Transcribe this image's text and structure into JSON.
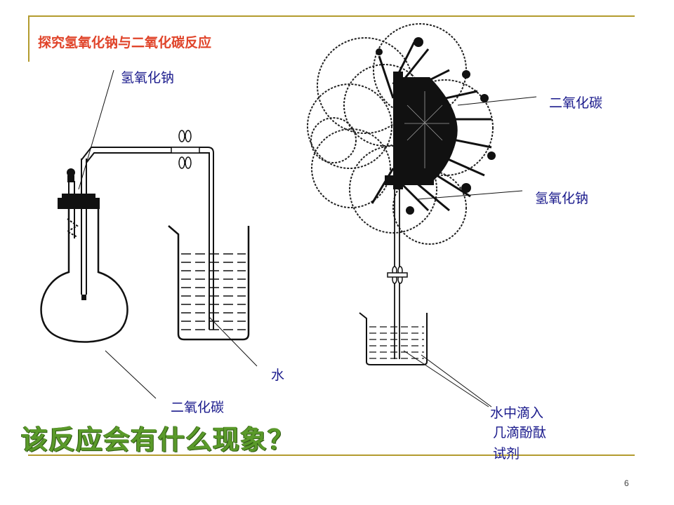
{
  "slide": {
    "title": "探究氢氧化钠与二氧化碳反应",
    "question": "该反应会有什么现象？",
    "page_number": "6"
  },
  "left_apparatus": {
    "label_naoh": "氢氧化钠",
    "label_co2": "二氧化碳",
    "label_water": "水"
  },
  "right_apparatus": {
    "label_co2": "二氧化碳",
    "label_naoh": "氢氧化钠",
    "label_phenolphthalein_line1": "水中滴入",
    "label_phenolphthalein_line2": "几滴酚酞",
    "label_phenolphthalein_line3": "试剂"
  },
  "colors": {
    "title": "#e0442a",
    "label": "#1a1a8c",
    "question": "#5a9a2a",
    "rule": "#b39b2e"
  }
}
